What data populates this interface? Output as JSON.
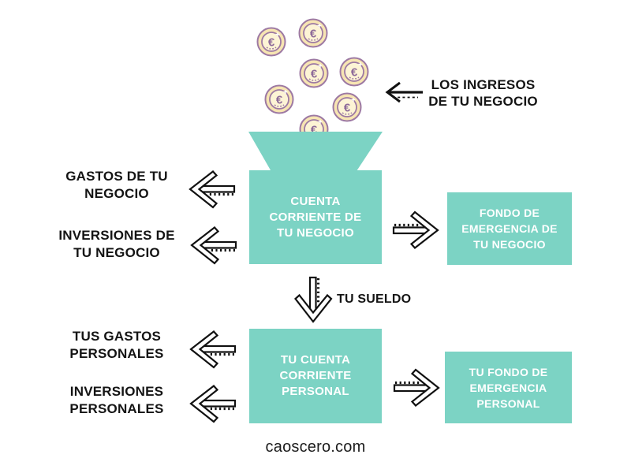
{
  "diagram_title": "money-flow-funnel-diagram",
  "colors": {
    "teal": "#7cd3c4",
    "box_text": "#ffffff",
    "label_text": "#141414",
    "arrow_stroke": "#111111",
    "coin_ring": "#f7e5b2",
    "coin_inner": "#fdf4d5",
    "coin_outline": "#9d79a3",
    "coin_symbol": "#8e6b99"
  },
  "coins": {
    "symbol": "€",
    "count": 7,
    "icon": "euro-coin-icon"
  },
  "labels": {
    "ingresos": {
      "lines": [
        "LOS INGRESOS",
        "DE TU NEGOCIO"
      ]
    },
    "gastos_negocio": {
      "lines": [
        "GASTOS DE TU",
        "NEGOCIO"
      ]
    },
    "inversiones_negocio": {
      "lines": [
        "INVERSIONES DE",
        "TU NEGOCIO"
      ]
    },
    "sueldo": "TU SUELDO",
    "gastos_personales": {
      "lines": [
        "TUS GASTOS",
        "PERSONALES"
      ]
    },
    "inversiones_personales": {
      "lines": [
        "INVERSIONES",
        "PERSONALES"
      ]
    }
  },
  "boxes": {
    "cuenta_negocio": {
      "lines": [
        "CUENTA",
        "CORRIENTE DE",
        "TU NEGOCIO"
      ]
    },
    "fondo_negocio": {
      "lines": [
        "FONDO DE",
        "EMERGENCIA DE",
        "TU NEGOCIO"
      ]
    },
    "cuenta_personal": {
      "lines": [
        "TU CUENTA",
        "CORRIENTE",
        "PERSONAL"
      ]
    },
    "fondo_personal": {
      "lines": [
        "TU FONDO DE",
        "EMERGENCIA",
        "PERSONAL"
      ]
    }
  },
  "footer": {
    "site": "caoscero.com"
  }
}
